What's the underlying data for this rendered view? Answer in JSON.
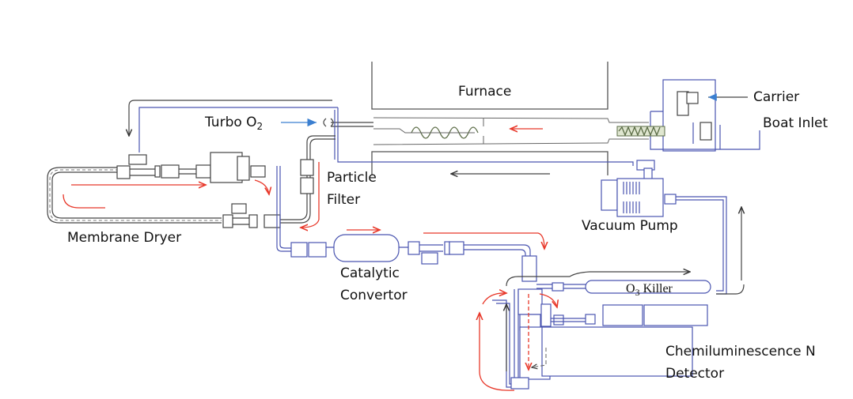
{
  "diagram": {
    "title": "Nitrogen combustion / chemiluminescence analyzer flow schematic",
    "labels": {
      "furnace": "Furnace",
      "turbo_o2_main": "Turbo O",
      "turbo_o2_sub": "2",
      "carrier": "Carrier",
      "boat_inlet": "Boat Inlet",
      "particle_filter_line1": "Particle",
      "particle_filter_line2": "Filter",
      "membrane_dryer": "Membrane Dryer",
      "vacuum_pump": "Vacuum Pump",
      "catalytic_convertor_line1": "Catalytic",
      "catalytic_convertor_line2": "Convertor",
      "o3_killer_main": "O",
      "o3_killer_sub": "3",
      "o3_killer_rest": " Killer",
      "detector_line1": "Chemiluminescence N",
      "detector_line2": "Detector"
    },
    "colors": {
      "sample_flow_arrow": "#e8382a",
      "gas_input_arrow": "#3b7fd0",
      "tubing_blue": "#4a55b0",
      "tubing_gray": "#444444"
    }
  }
}
